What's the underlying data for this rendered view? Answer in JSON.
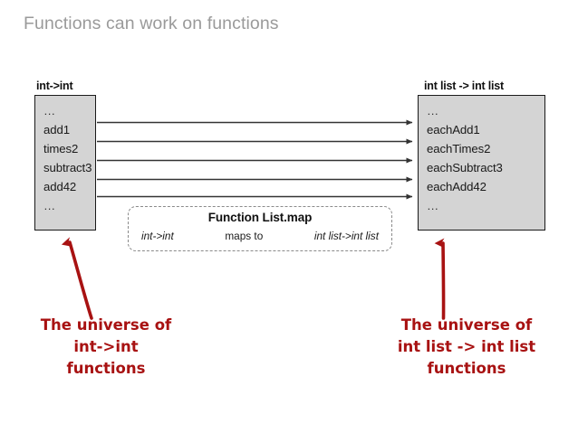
{
  "slide": {
    "title": "Functions can work on functions",
    "title_color": "#9a9a9a",
    "background": "#ffffff"
  },
  "left_set": {
    "header": "int->int",
    "fill_color": "#d4d4d4",
    "border_color": "#1a1a1a",
    "members": [
      "…",
      "add1",
      "times2",
      "subtract3",
      "add42",
      "…"
    ]
  },
  "right_set": {
    "header": "int list -> int list",
    "fill_color": "#d4d4d4",
    "border_color": "#1a1a1a",
    "members": [
      "…",
      "eachAdd1",
      "eachTimes2",
      "eachSubtract3",
      "eachAdd42",
      "…"
    ]
  },
  "mapping_arrows": {
    "count": 5,
    "color": "#333333",
    "from_label": "int->int",
    "to_label": "int list -> int list"
  },
  "map_callout": {
    "title": "Function List.map",
    "source_type": "int->int",
    "relation": "maps to",
    "target_type": "int list->int list",
    "border_style": "dashed",
    "border_color": "#8a8a8a"
  },
  "annotations": {
    "color": "#a81212",
    "left": {
      "lines": [
        "The universe of",
        "int->int",
        "functions"
      ],
      "points_to": "left_set"
    },
    "right": {
      "lines": [
        "The universe of",
        "int list -> int list",
        "functions"
      ],
      "points_to": "right_set"
    }
  }
}
